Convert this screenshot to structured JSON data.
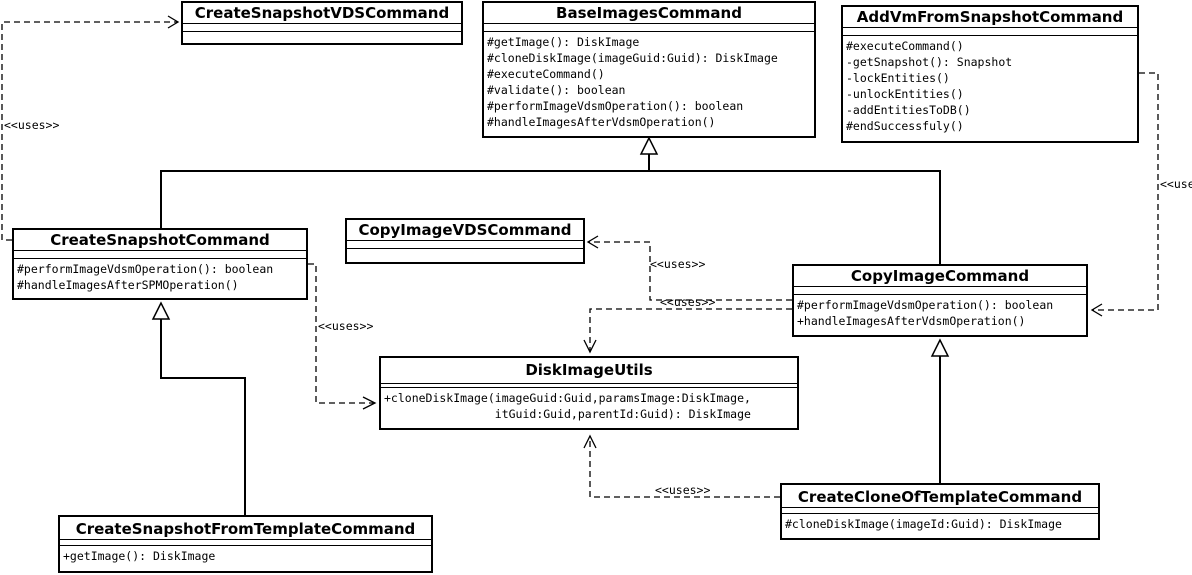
{
  "stereotype": "<<uses>>",
  "classes": {
    "createSnapshotVDS": {
      "name": "CreateSnapshotVDSCommand",
      "ops": []
    },
    "baseImages": {
      "name": "BaseImagesCommand",
      "ops": [
        "#getImage(): DiskImage",
        "#cloneDiskImage(imageGuid:Guid): DiskImage",
        "#executeCommand()",
        "#validate(): boolean",
        "#performImageVdsmOperation(): boolean",
        "#handleImagesAfterVdsmOperation()"
      ]
    },
    "addVmFromSnapshot": {
      "name": "AddVmFromSnapshotCommand",
      "ops": [
        "#executeCommand()",
        "-getSnapshot(): Snapshot",
        "-lockEntities()",
        "-unlockEntities()",
        "-addEntitiesToDB()",
        "#endSuccessfuly()"
      ]
    },
    "createSnapshot": {
      "name": "CreateSnapshotCommand",
      "ops": [
        "#performImageVdsmOperation(): boolean",
        "#handleImagesAfterSPMOperation()"
      ]
    },
    "copyImageVDS": {
      "name": "CopyImageVDSCommand",
      "ops": []
    },
    "copyImage": {
      "name": "CopyImageCommand",
      "ops": [
        "#performImageVdsmOperation(): boolean",
        "+handleImagesAfterVdsmOperation()"
      ]
    },
    "diskImageUtils": {
      "name": "DiskImageUtils",
      "ops": [
        "+cloneDiskImage(imageGuid:Guid,paramsImage:DiskImage,",
        "                itGuid:Guid,parentId:Guid): DiskImage"
      ]
    },
    "createCloneOfTemplate": {
      "name": "CreateCloneOfTemplateCommand",
      "ops": [
        "#cloneDiskImage(imageId:Guid): DiskImage"
      ]
    },
    "createSnapshotFromTemplate": {
      "name": "CreateSnapshotFromTemplateCommand",
      "ops": [
        "+getImage(): DiskImage"
      ]
    }
  }
}
